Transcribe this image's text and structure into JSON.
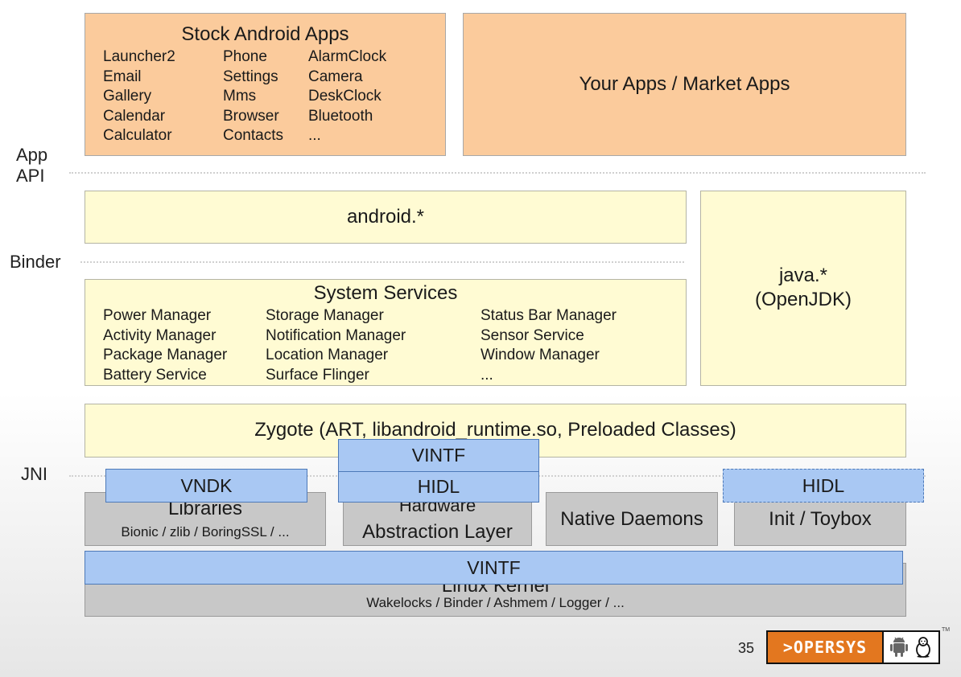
{
  "side_labels": {
    "app_api": "App\nAPI",
    "binder": "Binder",
    "jni": "JNI"
  },
  "stock_apps": {
    "title": "Stock Android Apps",
    "columns": [
      [
        "Launcher2",
        "Email",
        "Gallery",
        "Calendar",
        "Calculator"
      ],
      [
        "Phone",
        "Settings",
        "Mms",
        "Browser",
        "Contacts"
      ],
      [
        "AlarmClock",
        "Camera",
        "DeskClock",
        "Bluetooth",
        "..."
      ]
    ]
  },
  "your_apps": {
    "title": "Your Apps / Market Apps"
  },
  "android_api": {
    "title": "android.*"
  },
  "java_api": {
    "line1": "java.*",
    "line2": "(OpenJDK)"
  },
  "system_services": {
    "title": "System Services",
    "columns": [
      [
        "Power Manager",
        "Activity Manager",
        "Package Manager",
        "Battery Service"
      ],
      [
        "Storage Manager",
        "Notification Manager",
        "Location Manager",
        "Surface Flinger"
      ],
      [
        "Status Bar Manager",
        "Sensor Service",
        "Window Manager",
        "..."
      ]
    ]
  },
  "zygote": {
    "title": "Zygote (ART, libandroid_runtime.so, Preloaded Classes)"
  },
  "libraries": {
    "title": "Libraries",
    "subtitle": "Bionic / zlib / BoringSSL / ..."
  },
  "hal": {
    "line1": "Hardware",
    "line2": "Abstraction Layer"
  },
  "native_daemons": {
    "title": "Native Daemons"
  },
  "init_toybox": {
    "title": "Init / Toybox"
  },
  "kernel": {
    "title": "Linux Kernel",
    "subtitle": "Wakelocks / Binder / Ashmem / Logger / ..."
  },
  "overlays": {
    "vndk": "VNDK",
    "vintf_top": "VINTF",
    "hidl_center": "HIDL",
    "hidl_right": "HIDL",
    "vintf_bottom": "VINTF"
  },
  "footer": {
    "page_number": "35",
    "logo_text": ">OPERSYS",
    "trademark": "TM"
  },
  "colors": {
    "apps": "#fbcb9c",
    "framework": "#fffbd3",
    "native": "#c8c8c8",
    "treble": "#a9c8f3",
    "logo": "#e3771f"
  }
}
